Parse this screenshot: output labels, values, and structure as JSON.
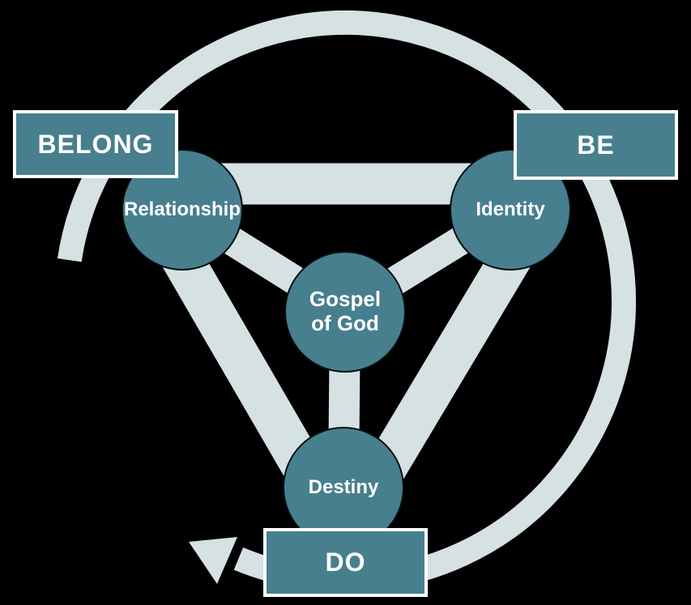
{
  "theme": {
    "bg": "#000000",
    "teal": "#477F8E",
    "light": "#D5E1E3",
    "box_border": "#FFFFFF",
    "circle_outline": "#070F12",
    "text_color": "#FFFFFF"
  },
  "diagram": {
    "banners": {
      "belong": {
        "label": "BELONG"
      },
      "be": {
        "label": "BE"
      },
      "do": {
        "label": "DO"
      }
    },
    "circles": {
      "relationship": {
        "label": "Relationship"
      },
      "identity": {
        "label": "Identity"
      },
      "destiny": {
        "label": "Destiny"
      },
      "gospel": {
        "lines": [
          "Gospel",
          "of God"
        ]
      }
    }
  }
}
